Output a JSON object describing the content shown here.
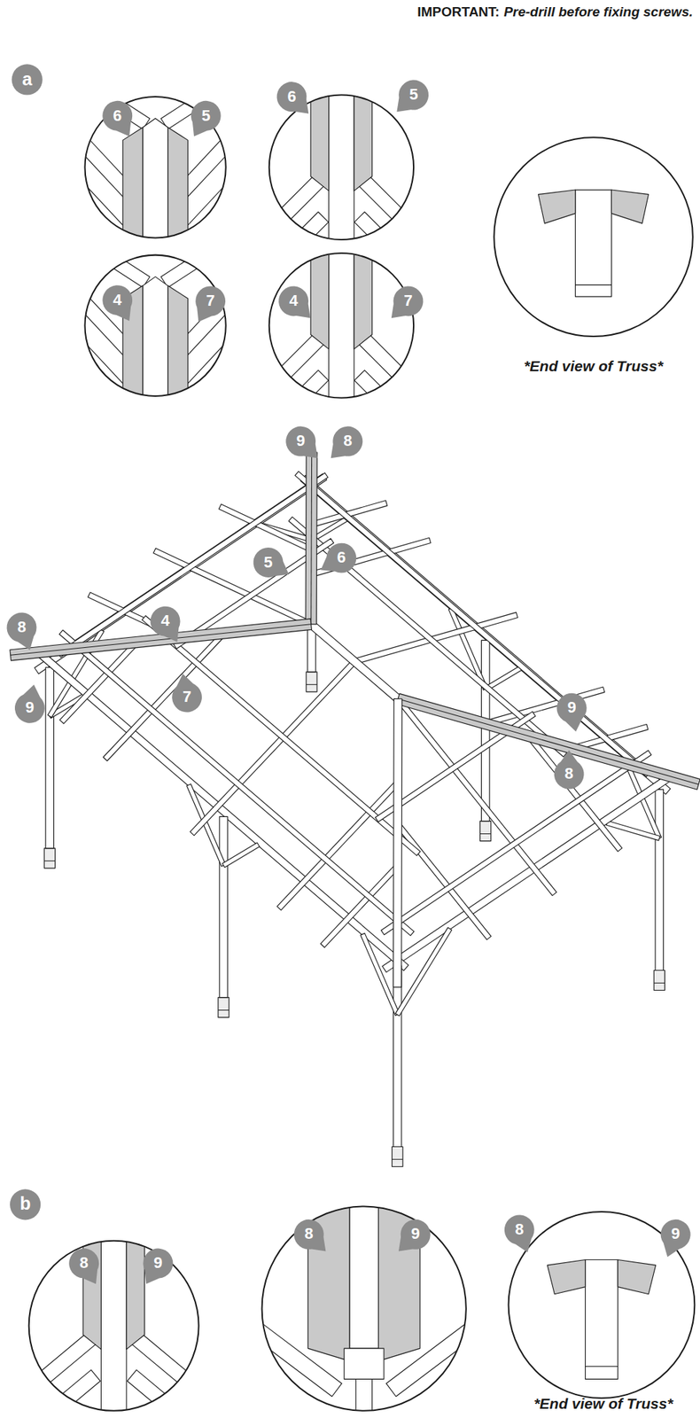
{
  "diagram": {
    "labels": [
      "IMPORTANT:",
      "Pre-drill before fixing screws.",
      "a",
      "6",
      "5",
      "6",
      "5",
      "4",
      "7",
      "4",
      "7",
      "*End view of Truss*",
      "9",
      "8",
      "5",
      "6",
      "4",
      "8",
      "7",
      "9",
      "9",
      "8",
      "b",
      "8",
      "9",
      "8",
      "9",
      "8",
      "9",
      "*End view of Truss*"
    ]
  }
}
